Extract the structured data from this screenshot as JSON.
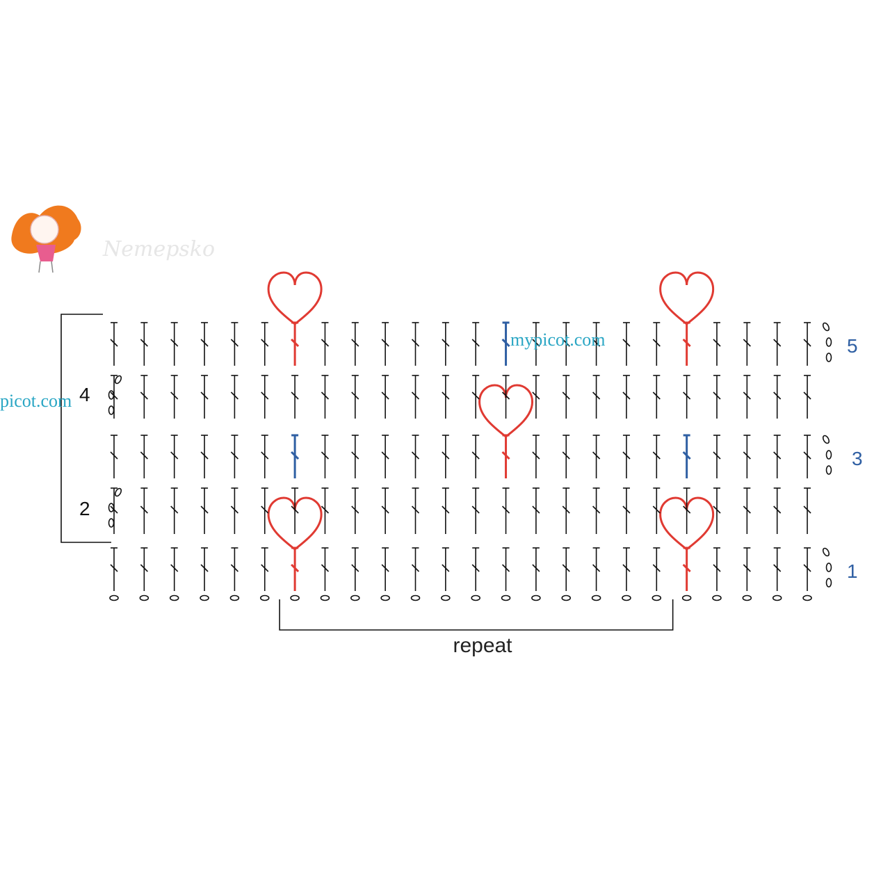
{
  "diagram": {
    "type": "crochet-chart",
    "stitch_columns": 24,
    "foundation_chain_count": 24,
    "rows": [
      {
        "number": "1",
        "direction": "right",
        "stitch": "double-crochet",
        "turning_chain": 3
      },
      {
        "number": "2",
        "direction": "left",
        "stitch": "double-crochet",
        "turning_chain": 3
      },
      {
        "number": "3",
        "direction": "right",
        "stitch": "double-crochet",
        "turning_chain": 3
      },
      {
        "number": "4",
        "direction": "left",
        "stitch": "double-crochet",
        "turning_chain": 3
      },
      {
        "number": "5",
        "direction": "right",
        "stitch": "double-crochet",
        "turning_chain": 3
      }
    ],
    "heart_stitches": [
      {
        "row": 1,
        "column": 7
      },
      {
        "row": 1,
        "column": 20
      },
      {
        "row": 3,
        "column": 14
      },
      {
        "row": 5,
        "column": 7
      },
      {
        "row": 5,
        "column": 20
      }
    ],
    "blue_stitches": [
      {
        "row": 3,
        "column": 7
      },
      {
        "row": 3,
        "column": 20
      },
      {
        "row": 5,
        "column": 14
      }
    ],
    "repeat": {
      "label": "repeat",
      "from_column": 7,
      "to_column": 20
    },
    "repeat_bracket_rows": [
      2,
      5
    ],
    "colors": {
      "stitch": "#111111",
      "heart": "#e03a32",
      "blue_stitch": "#2f5fa3",
      "row_label_right": "#2f5fa3",
      "row_label_left": "#111111",
      "watermark": "#2aa6c4"
    },
    "watermarks": [
      "mypicot.com",
      "picot.com",
      "Nemepsko"
    ]
  }
}
